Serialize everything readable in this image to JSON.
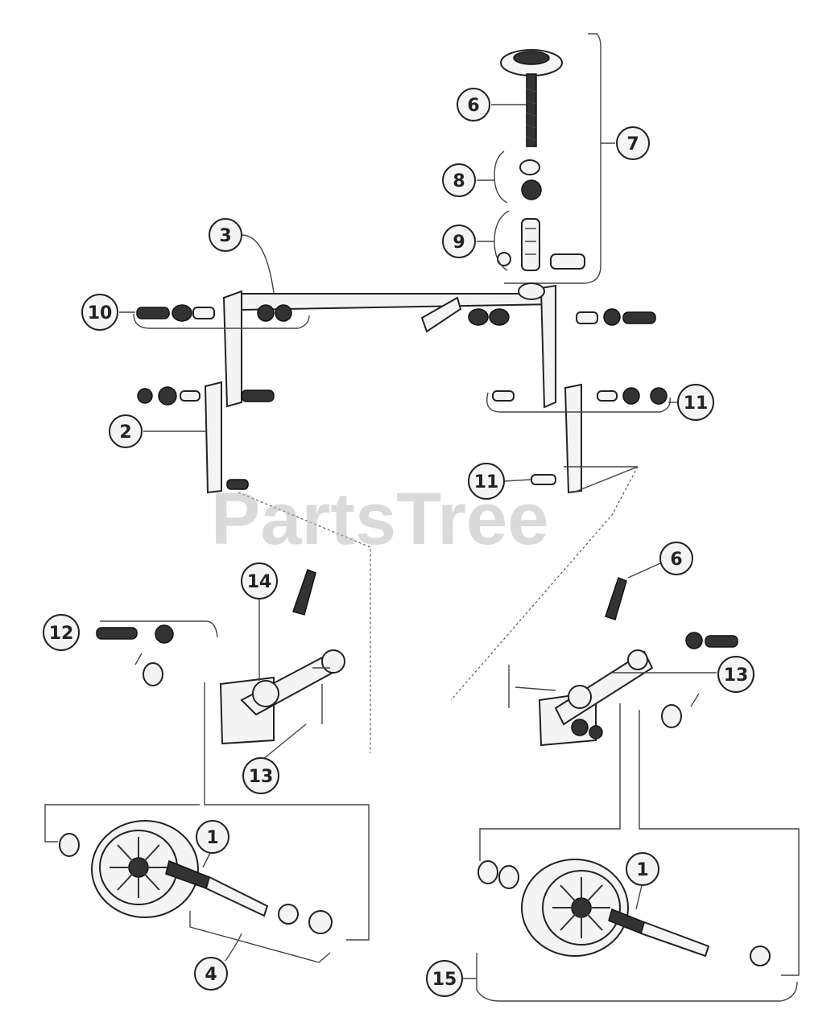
{
  "watermark": "PartsTree",
  "callouts": [
    {
      "id": "c6-top",
      "label": "6"
    },
    {
      "id": "c7",
      "label": "7"
    },
    {
      "id": "c8-top",
      "label": "8"
    },
    {
      "id": "c9",
      "label": "9"
    },
    {
      "id": "c3",
      "label": "3"
    },
    {
      "id": "c10",
      "label": "10"
    },
    {
      "id": "c2",
      "label": "2"
    },
    {
      "id": "c11-right",
      "label": "11"
    },
    {
      "id": "c11-lower",
      "label": "11"
    },
    {
      "id": "c14",
      "label": "14"
    },
    {
      "id": "c12",
      "label": "12"
    },
    {
      "id": "c13-left",
      "label": "13"
    },
    {
      "id": "c6-right",
      "label": "6"
    },
    {
      "id": "c13-right",
      "label": "13"
    },
    {
      "id": "c1-left",
      "label": "1"
    },
    {
      "id": "c4",
      "label": "4"
    },
    {
      "id": "c1-right",
      "label": "1"
    },
    {
      "id": "c15",
      "label": "15"
    }
  ]
}
